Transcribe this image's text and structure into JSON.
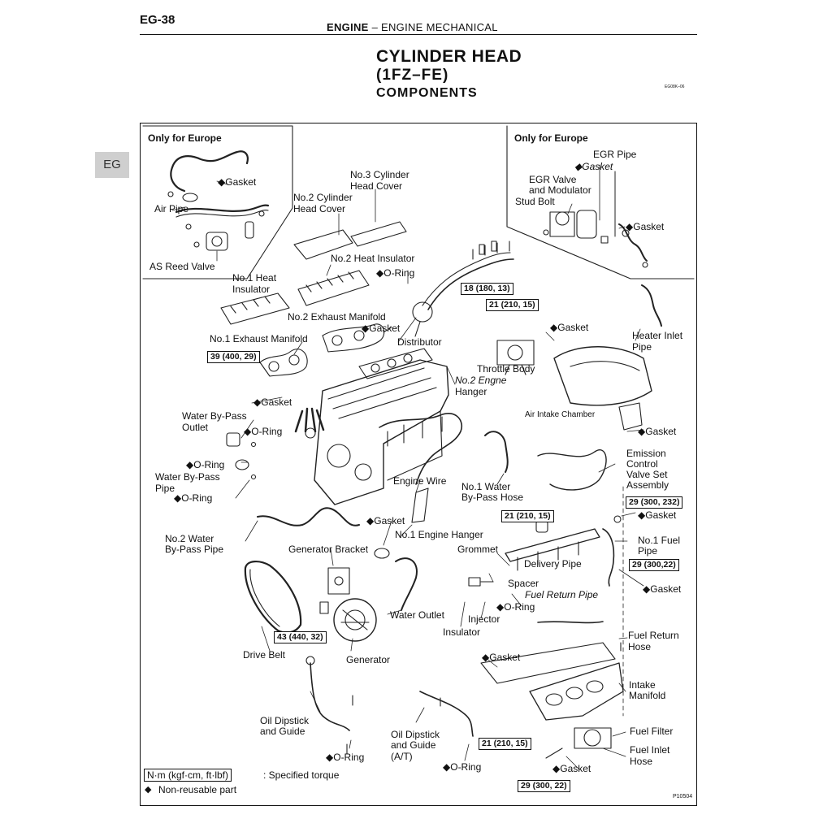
{
  "page": {
    "number": "EG-38",
    "section_bold": "ENGINE",
    "section_rest": " – ENGINE MECHANICAL",
    "title": "CYLINDER HEAD",
    "model": "(1FZ–FE)",
    "subtitle": "COMPONENTS",
    "doc_code": "EG08K–06",
    "side_tab": "EG",
    "figure_code": "P10504"
  },
  "legend": {
    "torque_unit": "N·m (kgf·cm, ft·lbf)",
    "torque_text": ": Specified torque",
    "non_reusable_mark": "◆",
    "non_reusable_text": "Non-reusable part"
  },
  "labels": [
    {
      "id": "only-europe-left",
      "text": "Only for Europe",
      "bold": true
    },
    {
      "id": "gasket-1",
      "text": "◆Gasket"
    },
    {
      "id": "air-pipe",
      "text": "Air Pipe"
    },
    {
      "id": "as-reed-valve",
      "text": "AS Reed Valve"
    },
    {
      "id": "only-europe-right",
      "text": "Only for Europe",
      "bold": true
    },
    {
      "id": "egr-pipe",
      "text": "EGR Pipe"
    },
    {
      "id": "gasket-2",
      "text": "◆Gasket",
      "italic": true
    },
    {
      "id": "egr-valve",
      "text": "EGR Valve"
    },
    {
      "id": "and-modulator",
      "text": "and Modulator"
    },
    {
      "id": "stud-bolt",
      "text": "Stud Bolt"
    },
    {
      "id": "gasket-3",
      "text": "◆Gasket"
    },
    {
      "id": "no3-cyl-head-cover-1",
      "text": "No.3 Cylinder"
    },
    {
      "id": "no3-cyl-head-cover-2",
      "text": "Head Cover"
    },
    {
      "id": "no2-cyl-head-cover-1",
      "text": "No.2 Cylinder"
    },
    {
      "id": "no2-cyl-head-cover-2",
      "text": "Head Cover"
    },
    {
      "id": "no2-heat-insulator",
      "text": "No.2 Heat Insulator"
    },
    {
      "id": "o-ring-1",
      "text": "◆O-Ring"
    },
    {
      "id": "no1-heat-1",
      "text": "No.1 Heat"
    },
    {
      "id": "no1-heat-2",
      "text": "Insulator"
    },
    {
      "id": "no2-exhaust-manifold",
      "text": "No.2 Exhaust Manifold"
    },
    {
      "id": "gasket-4",
      "text": "◆Gasket"
    },
    {
      "id": "no1-exhaust-manifold",
      "text": "No.1 Exhaust Manifold"
    },
    {
      "id": "distributor",
      "text": "Distributor"
    },
    {
      "id": "gasket-5",
      "text": "◆Gasket"
    },
    {
      "id": "throttle-body",
      "text": "Throttle Body"
    },
    {
      "id": "heater-inlet-1",
      "text": "Heater Inlet"
    },
    {
      "id": "heater-inlet-2",
      "text": "Pipe"
    },
    {
      "id": "no2-engine-hanger-1",
      "text": "No.2 Engne",
      "italic": true
    },
    {
      "id": "no2-engine-hanger-2",
      "text": "Hanger"
    },
    {
      "id": "gasket-6",
      "text": "◆Gasket"
    },
    {
      "id": "air-intake-chamber",
      "text": "Air Intake Chamber",
      "small": true
    },
    {
      "id": "gasket-7",
      "text": "◆Gasket"
    },
    {
      "id": "water-bypass-outlet-1",
      "text": "Water By-Pass"
    },
    {
      "id": "water-bypass-outlet-2",
      "text": "Outlet"
    },
    {
      "id": "o-ring-2",
      "text": "◆O-Ring"
    },
    {
      "id": "o-ring-3",
      "text": "◆O-Ring"
    },
    {
      "id": "water-bypass-pipe-1",
      "text": "Water By-Pass"
    },
    {
      "id": "water-bypass-pipe-2",
      "text": "Pipe"
    },
    {
      "id": "o-ring-4",
      "text": "◆O-Ring"
    },
    {
      "id": "engine-wire",
      "text": "Engine Wire"
    },
    {
      "id": "no1-water-bypass-1",
      "text": "No.1 Water"
    },
    {
      "id": "no1-water-bypass-2",
      "text": "By-Pass Hose"
    },
    {
      "id": "emission-1",
      "text": "Emission"
    },
    {
      "id": "emission-2",
      "text": "Control"
    },
    {
      "id": "emission-3",
      "text": "Valve Set"
    },
    {
      "id": "emission-4",
      "text": "Assembly"
    },
    {
      "id": "gasket-8",
      "text": "◆Gasket"
    },
    {
      "id": "gasket-9",
      "text": "◆Gasket"
    },
    {
      "id": "no1-engine-hanger",
      "text": "No.1 Engine Hanger"
    },
    {
      "id": "no2-water-bypass-1",
      "text": "No.2 Water"
    },
    {
      "id": "no2-water-bypass-2",
      "text": "By-Pass Pipe"
    },
    {
      "id": "generator-bracket",
      "text": "Generator Bracket"
    },
    {
      "id": "grommet",
      "text": "Grommet"
    },
    {
      "id": "delivery-pipe",
      "text": "Delivery Pipe"
    },
    {
      "id": "no1-fuel-1",
      "text": "No.1 Fuel"
    },
    {
      "id": "no1-fuel-2",
      "text": "Pipe"
    },
    {
      "id": "gasket-10",
      "text": "◆Gasket"
    },
    {
      "id": "spacer",
      "text": "Spacer"
    },
    {
      "id": "fuel-return-pipe",
      "text": "Fuel Return Pipe",
      "italic": true
    },
    {
      "id": "o-ring-5",
      "text": "◆O-Ring"
    },
    {
      "id": "water-outlet",
      "text": "Water Outlet"
    },
    {
      "id": "injector",
      "text": "Injector"
    },
    {
      "id": "insulator",
      "text": "Insulator"
    },
    {
      "id": "fuel-return-hose-1",
      "text": "Fuel Return"
    },
    {
      "id": "fuel-return-hose-2",
      "text": "Hose"
    },
    {
      "id": "drive-belt",
      "text": "Drive Belt"
    },
    {
      "id": "generator",
      "text": "Generator"
    },
    {
      "id": "gasket-11",
      "text": "◆Gasket"
    },
    {
      "id": "intake-manifold-1",
      "text": "Intake"
    },
    {
      "id": "intake-manifold-2",
      "text": "Manifold"
    },
    {
      "id": "oil-dipstick-1",
      "text": "Oil Dipstick"
    },
    {
      "id": "oil-dipstick-2",
      "text": "and Guide"
    },
    {
      "id": "oil-dipstick-at-1",
      "text": "Oil Dipstick"
    },
    {
      "id": "oil-dipstick-at-2",
      "text": "and Guide"
    },
    {
      "id": "oil-dipstick-at-3",
      "text": "(A/T)"
    },
    {
      "id": "fuel-filter",
      "text": "Fuel Filter"
    },
    {
      "id": "fuel-inlet-1",
      "text": "Fuel Inlet"
    },
    {
      "id": "fuel-inlet-2",
      "text": "Hose"
    },
    {
      "id": "o-ring-6",
      "text": "◆O-Ring"
    },
    {
      "id": "o-ring-7",
      "text": "◆O-Ring"
    },
    {
      "id": "gasket-12",
      "text": "◆Gasket"
    }
  ],
  "torques": [
    {
      "id": "t-18-180-13",
      "text": "18 (180, 13)"
    },
    {
      "id": "t-21-210-15-a",
      "text": "21 (210, 15)"
    },
    {
      "id": "t-39-400-29",
      "text": "39 (400, 29)"
    },
    {
      "id": "t-29-300-232",
      "text": "29 (300, 232)"
    },
    {
      "id": "t-21-210-15-b",
      "text": "21 (210, 15)"
    },
    {
      "id": "t-29-300-22-a",
      "text": "29 (300,22)"
    },
    {
      "id": "t-43-440-32",
      "text": "43 (440, 32)"
    },
    {
      "id": "t-21-210-15-c",
      "text": "21 (210, 15)"
    },
    {
      "id": "t-29-300-22-b",
      "text": "29 (300, 22)"
    }
  ]
}
